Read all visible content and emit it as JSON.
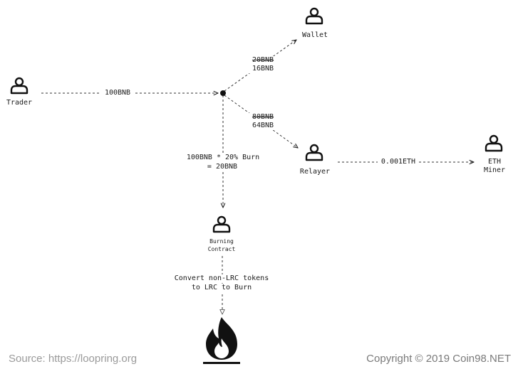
{
  "nodes": {
    "trader": "Trader",
    "wallet": "Wallet",
    "relayer": "Relayer",
    "eth_miner_line1": "ETH",
    "eth_miner_line2": "Miner",
    "burning_contract_line1": "Burning",
    "burning_contract_line2": "Contract"
  },
  "edges": {
    "trader_to_hub": "100BNB",
    "wallet_old": "20BNB",
    "wallet_new": "16BNB",
    "relayer_old": "80BNB",
    "relayer_new": "64BNB",
    "burn_calc_line1": "100BNB * 20% Burn",
    "burn_calc_line2": "= 20BNB",
    "relayer_to_miner": "0.001ETH",
    "convert_line1": "Convert non-LRC tokens",
    "convert_line2": "to LRC to Burn"
  },
  "icons": {
    "person": "person-icon",
    "fire": "fire-icon"
  },
  "footer": {
    "source": "Source: https://loopring.org",
    "copyright": "Copyright © 2019 Coin98.NET"
  }
}
